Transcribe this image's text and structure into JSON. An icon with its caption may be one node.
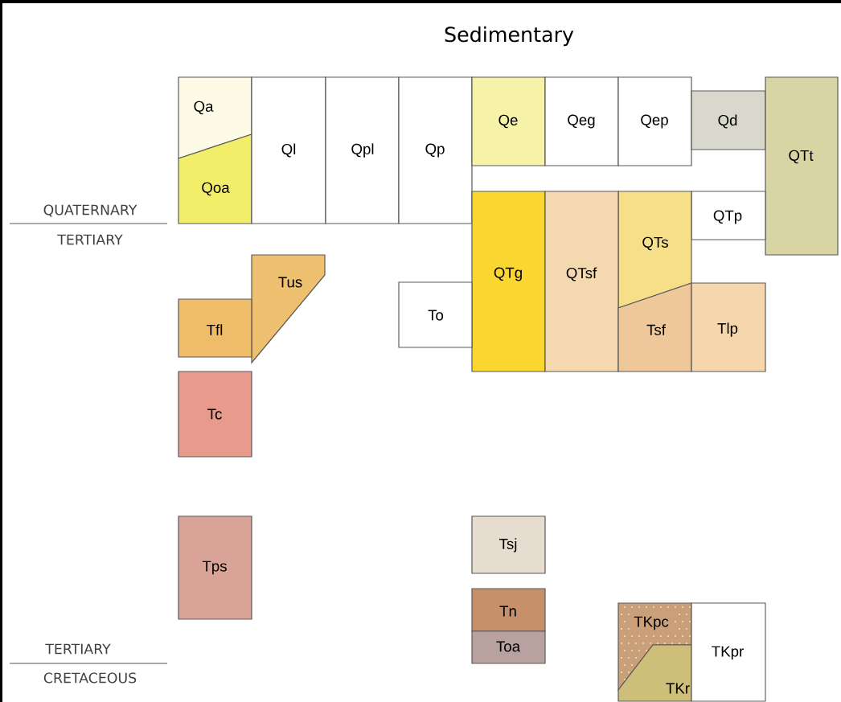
{
  "diagram": {
    "title": "Sedimentary",
    "nodes": [
      {
        "text": [
          "Qa"
        ]
      },
      {
        "text": [
          "Qoa"
        ]
      },
      {
        "text": [
          "Ql"
        ]
      },
      {
        "text": [
          "Qpl"
        ]
      },
      {
        "text": [
          "Qp"
        ]
      },
      {
        "text": [
          "Qe"
        ]
      },
      {
        "text": [
          "Qeg"
        ]
      },
      {
        "text": [
          "Qep"
        ]
      },
      {
        "text": [
          "Qd"
        ]
      },
      {
        "text": [
          "QTt"
        ]
      },
      {
        "text": [
          "QTp"
        ]
      },
      {
        "text": [
          "QTs"
        ]
      },
      {
        "text": [
          "QTg"
        ]
      },
      {
        "text": [
          "QTsf"
        ]
      },
      {
        "text": [
          "Tsf"
        ]
      },
      {
        "text": [
          "Tlp"
        ]
      },
      {
        "text": [
          "Tus"
        ]
      },
      {
        "text": [
          "Tfl"
        ]
      },
      {
        "text": [
          "To"
        ]
      },
      {
        "text": [
          "Tc"
        ]
      },
      {
        "text": [
          "Tps"
        ]
      },
      {
        "text": [
          "Tsj"
        ]
      },
      {
        "text": [
          "Tn"
        ]
      },
      {
        "text": [
          "Toa"
        ]
      },
      {
        "text": [
          "TKpc"
        ]
      },
      {
        "text": [
          "TKr"
        ]
      },
      {
        "text": [
          "TKpr"
        ]
      }
    ],
    "labels": [
      "QUATERNARY",
      "TERTIARY",
      "TERTIARY",
      "CRETACEOUS"
    ]
  }
}
